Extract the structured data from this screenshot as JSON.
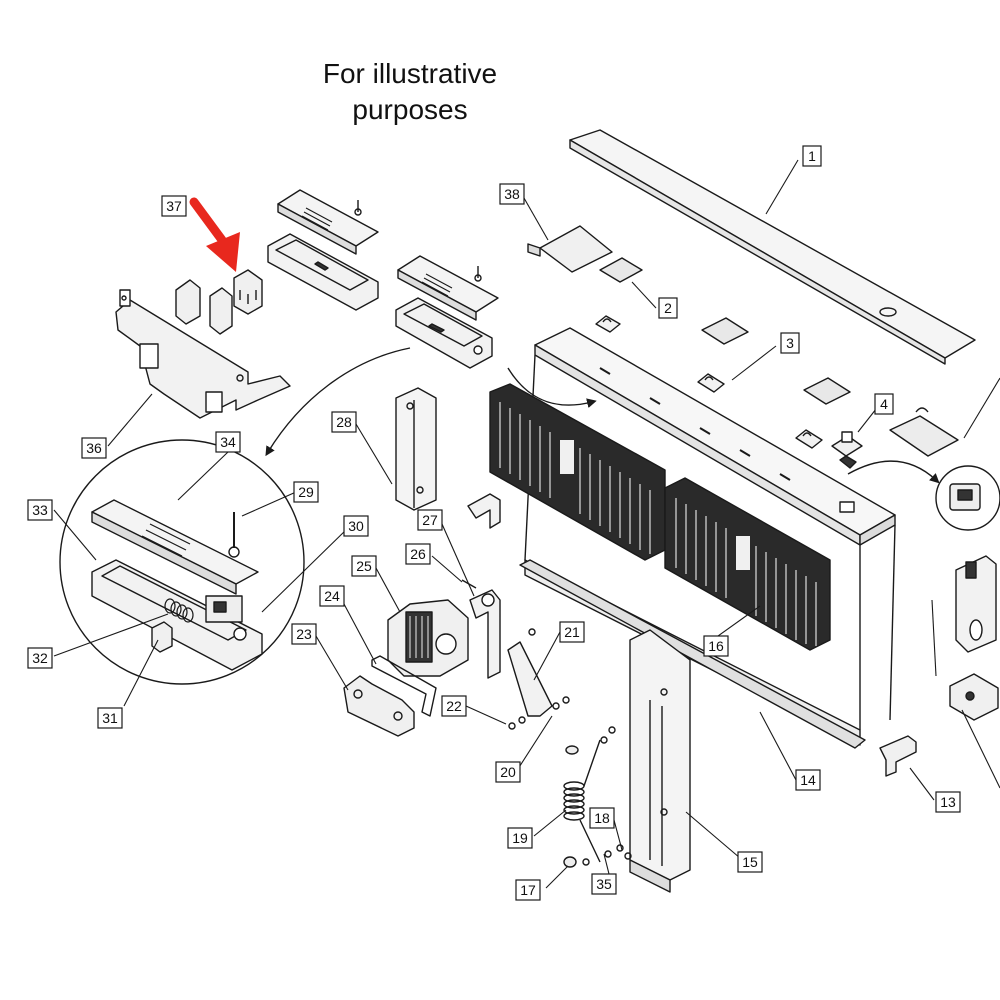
{
  "caption": {
    "line1": "For illustrative",
    "line2": "purposes"
  },
  "highlight": {
    "part": "37",
    "arrow_color": "#e8281e"
  },
  "colors": {
    "line": "#1a1a1a",
    "grille": "#2a2a2a",
    "face": "#f5f5f5",
    "callout_bg": "#ffffff"
  },
  "callouts": [
    "1",
    "2",
    "3",
    "4",
    "13",
    "14",
    "15",
    "16",
    "17",
    "18",
    "19",
    "20",
    "21",
    "22",
    "23",
    "24",
    "25",
    "26",
    "27",
    "28",
    "29",
    "30",
    "31",
    "32",
    "33",
    "34",
    "35",
    "36",
    "37",
    "38"
  ]
}
